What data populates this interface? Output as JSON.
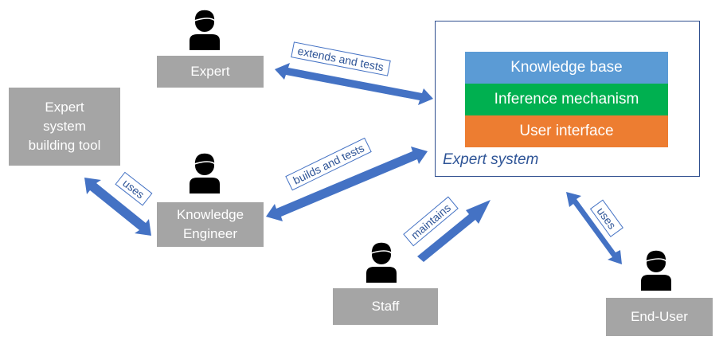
{
  "actors": {
    "expert": "Expert",
    "knowledge_engineer": [
      "Knowledge",
      "Engineer"
    ],
    "staff": "Staff",
    "end_user": "End-User"
  },
  "tool": [
    "Expert",
    "system",
    "building tool"
  ],
  "expert_system": {
    "label": "Expert system",
    "layers": [
      {
        "label": "Knowledge base",
        "color": "#5b9bd5"
      },
      {
        "label": "Inference mechanism",
        "color": "#00b050"
      },
      {
        "label": "User interface",
        "color": "#ed7d31"
      }
    ]
  },
  "relations": {
    "extends_and_tests": "extends and tests",
    "builds_and_tests": "builds and tests",
    "uses_tool": "uses",
    "maintains": "maintains",
    "uses_system": "uses"
  },
  "colors": {
    "arrow": "#4472c4",
    "box": "#a5a5a5",
    "frame": "#2f4f8f"
  }
}
